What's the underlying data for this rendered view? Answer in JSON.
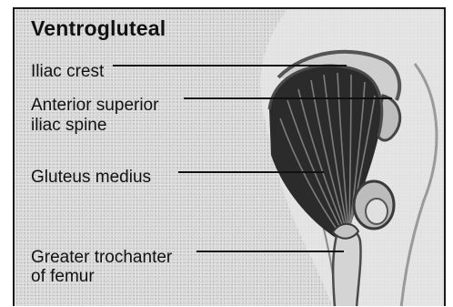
{
  "figure": {
    "title": "Ventrogluteal",
    "labels": {
      "iliac_crest": "Iliac crest",
      "asis_line1": "Anterior superior",
      "asis_line2": "iliac spine",
      "gluteus_medius": "Gluteus medius",
      "trochanter_line1": "Greater trochanter",
      "trochanter_line2": "of femur"
    }
  },
  "colors": {
    "background": "#d9d9d9",
    "ink": "#111111",
    "muscle": "#2b2b2b"
  }
}
